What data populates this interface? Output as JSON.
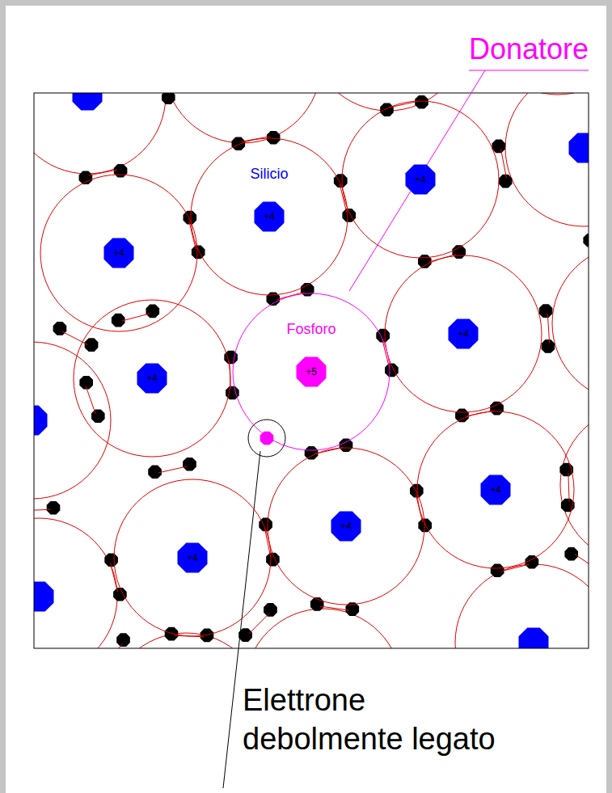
{
  "diagram": {
    "nodes": [
      {
        "text": [
          "+4"
        ]
      },
      {
        "text": [
          "Silicio",
          "+4"
        ]
      },
      {
        "text": [
          "+4"
        ]
      },
      {
        "text": [
          "+4"
        ]
      },
      {
        "text": [
          "Fosforo",
          "+5"
        ]
      },
      {
        "text": [
          "+4"
        ]
      },
      {
        "text": [
          "+4"
        ]
      },
      {
        "text": [
          "+4"
        ]
      },
      {
        "text": [
          "+4"
        ]
      }
    ],
    "labels": [
      "Donatore",
      "Elettrone debolmente legato"
    ]
  }
}
